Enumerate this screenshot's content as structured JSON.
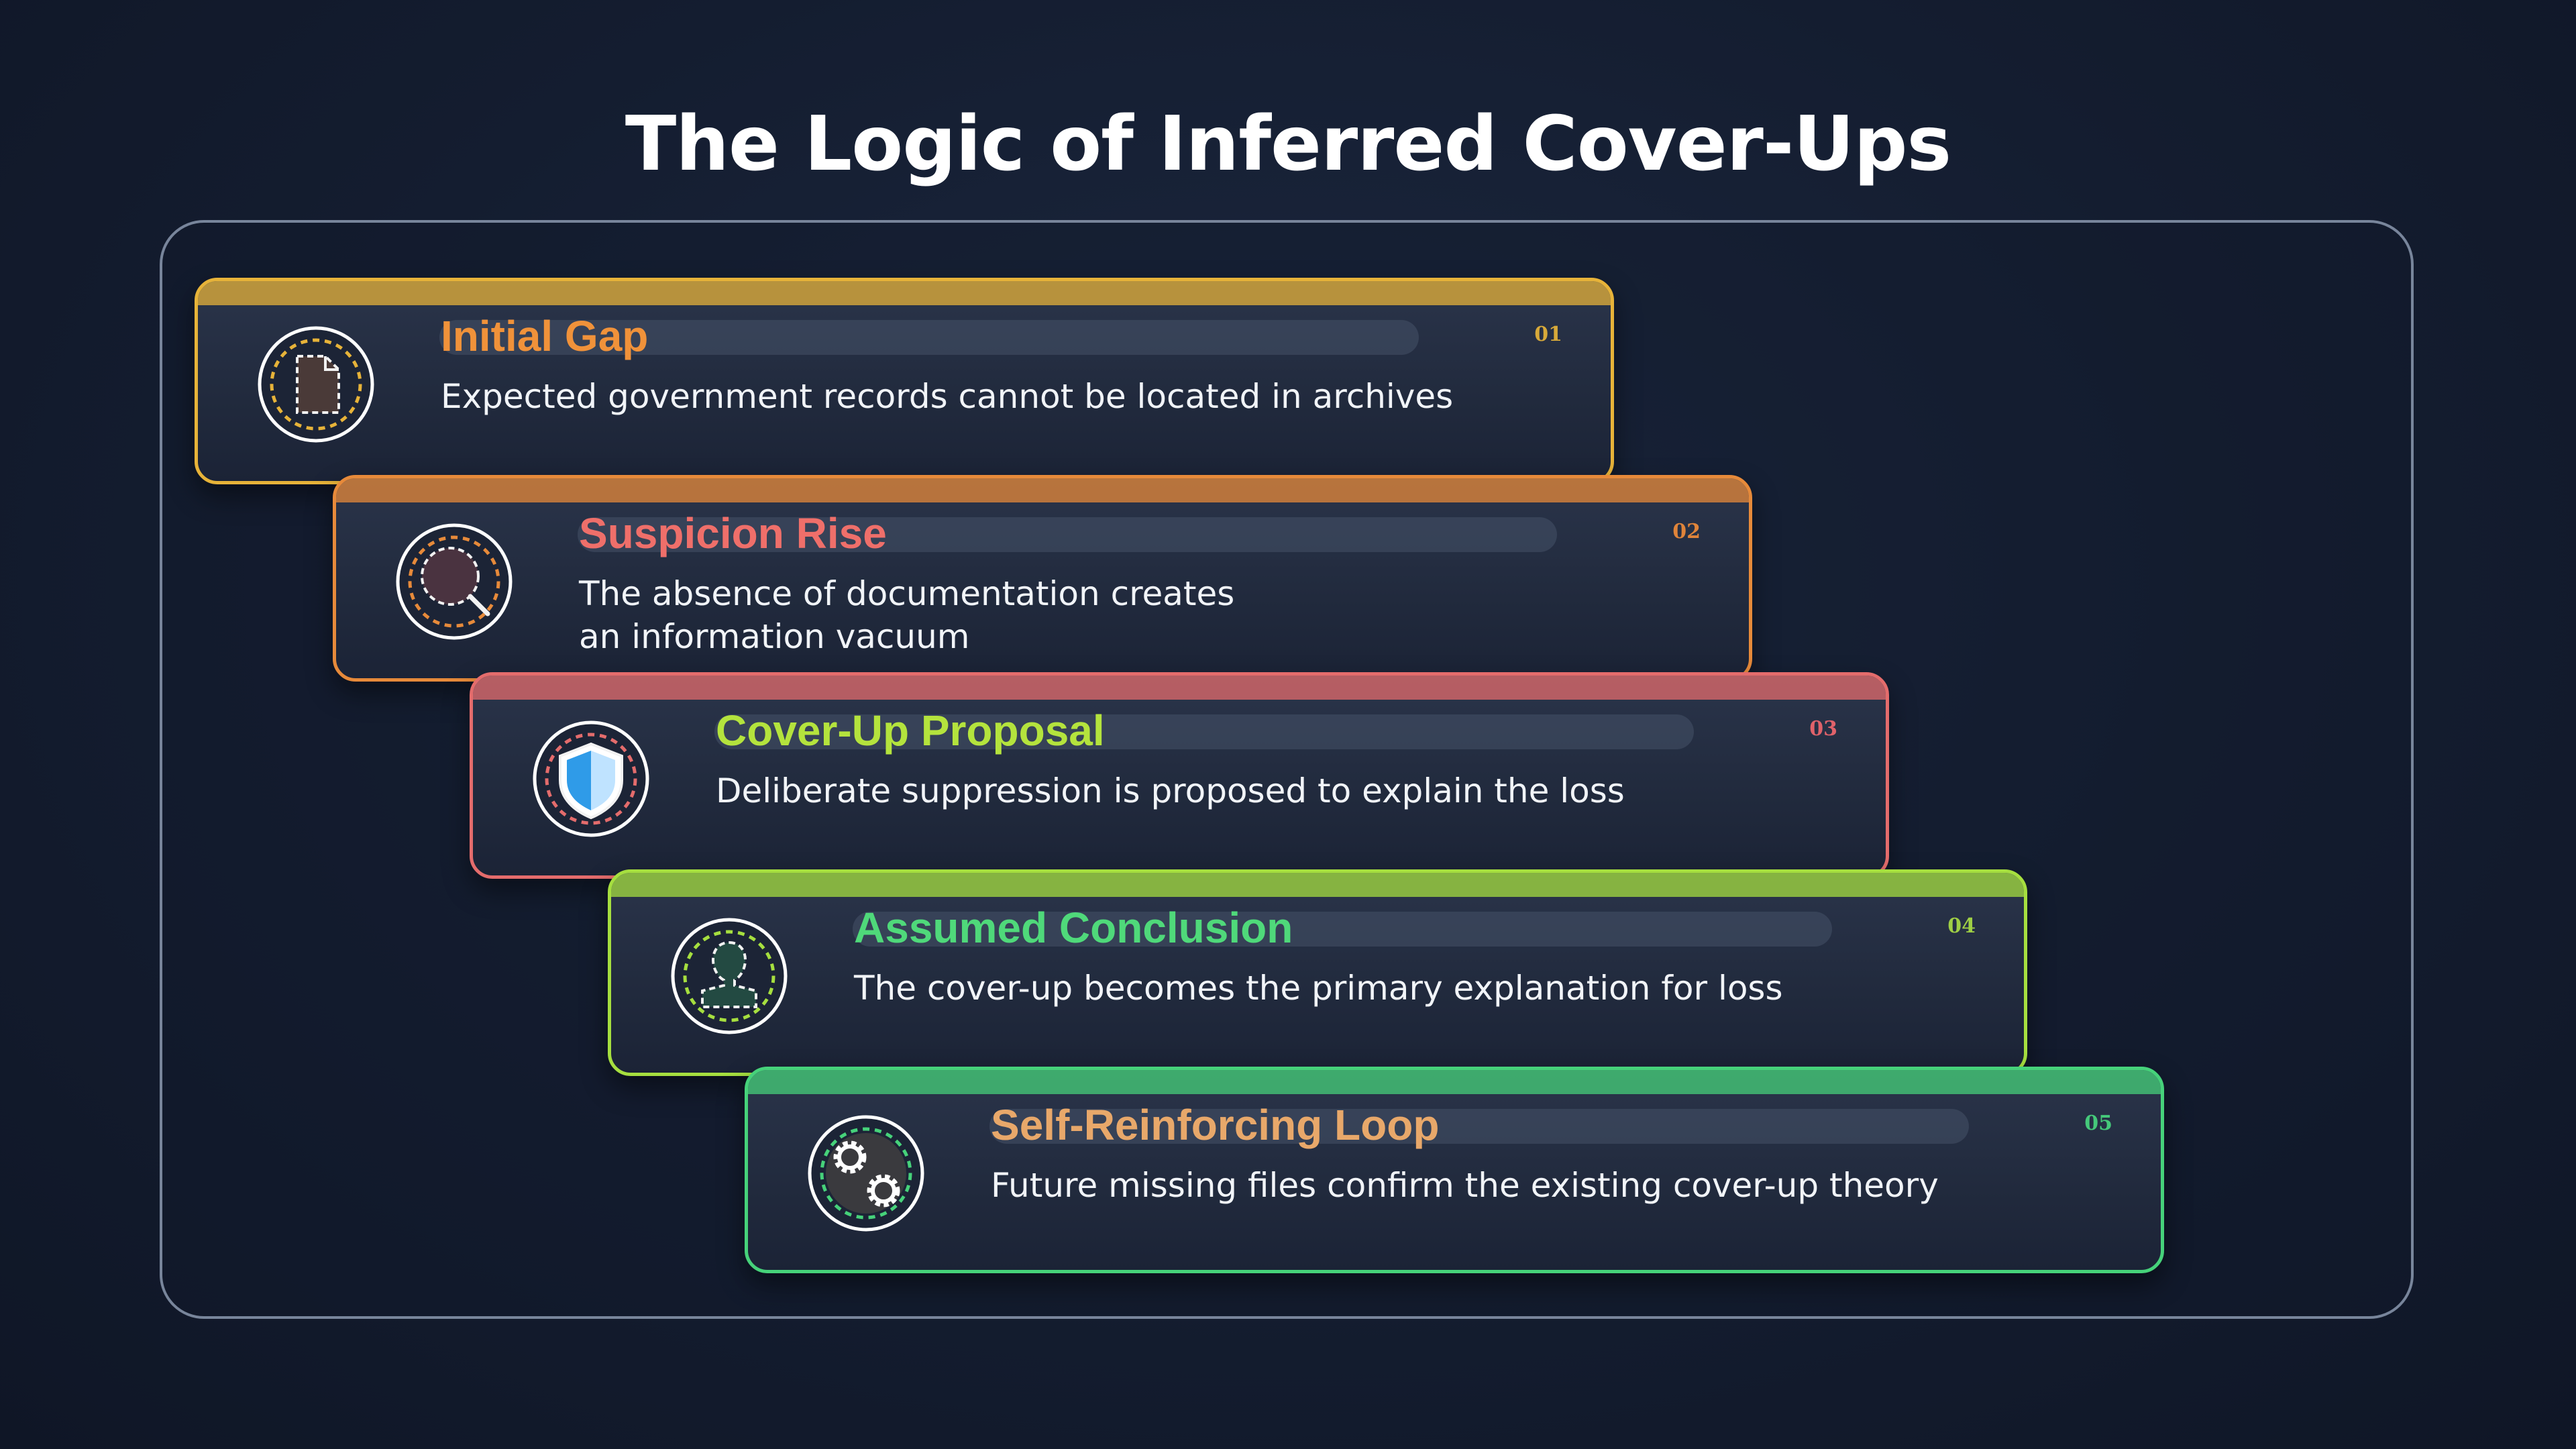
{
  "title": "The Logic of Inferred Cover-Ups",
  "steps": [
    {
      "number": "01",
      "title": "Initial Gap",
      "description": [
        "Expected government records cannot be located in archives"
      ],
      "icon": "document-icon",
      "border_color": "#e7b339",
      "title_color": "#f0923a",
      "number_color": "#d7a93a",
      "icon_accent": "#e7b339"
    },
    {
      "number": "02",
      "title": "Suspicion Rise",
      "description": [
        "The absence of documentation creates",
        "an information vacuum"
      ],
      "icon": "magnifier-icon",
      "border_color": "#e78a3a",
      "title_color": "#ef6f6a",
      "number_color": "#e0843a",
      "icon_accent": "#e78a3a"
    },
    {
      "number": "03",
      "title": "Cover-Up Proposal",
      "description": [
        "Deliberate suppression is proposed to explain the loss"
      ],
      "icon": "shield-icon",
      "border_color": "#e46c6c",
      "title_color": "#b4e33d",
      "number_color": "#e0626a",
      "icon_accent": "#3fa9f5"
    },
    {
      "number": "04",
      "title": "Assumed Conclusion",
      "description": [
        "The cover-up becomes the primary explanation for loss"
      ],
      "icon": "person-icon",
      "border_color": "#a6df3f",
      "title_color": "#4fd97a",
      "number_color": "#9fcf45",
      "icon_accent": "#a6df3f"
    },
    {
      "number": "05",
      "title": "Self-Reinforcing Loop",
      "description": [
        "Future missing files confirm the existing cover-up theory"
      ],
      "icon": "gears-icon",
      "border_color": "#46d27a",
      "title_color": "#e8a86a",
      "number_color": "#45c97a",
      "icon_accent": "#46d27a"
    }
  ]
}
